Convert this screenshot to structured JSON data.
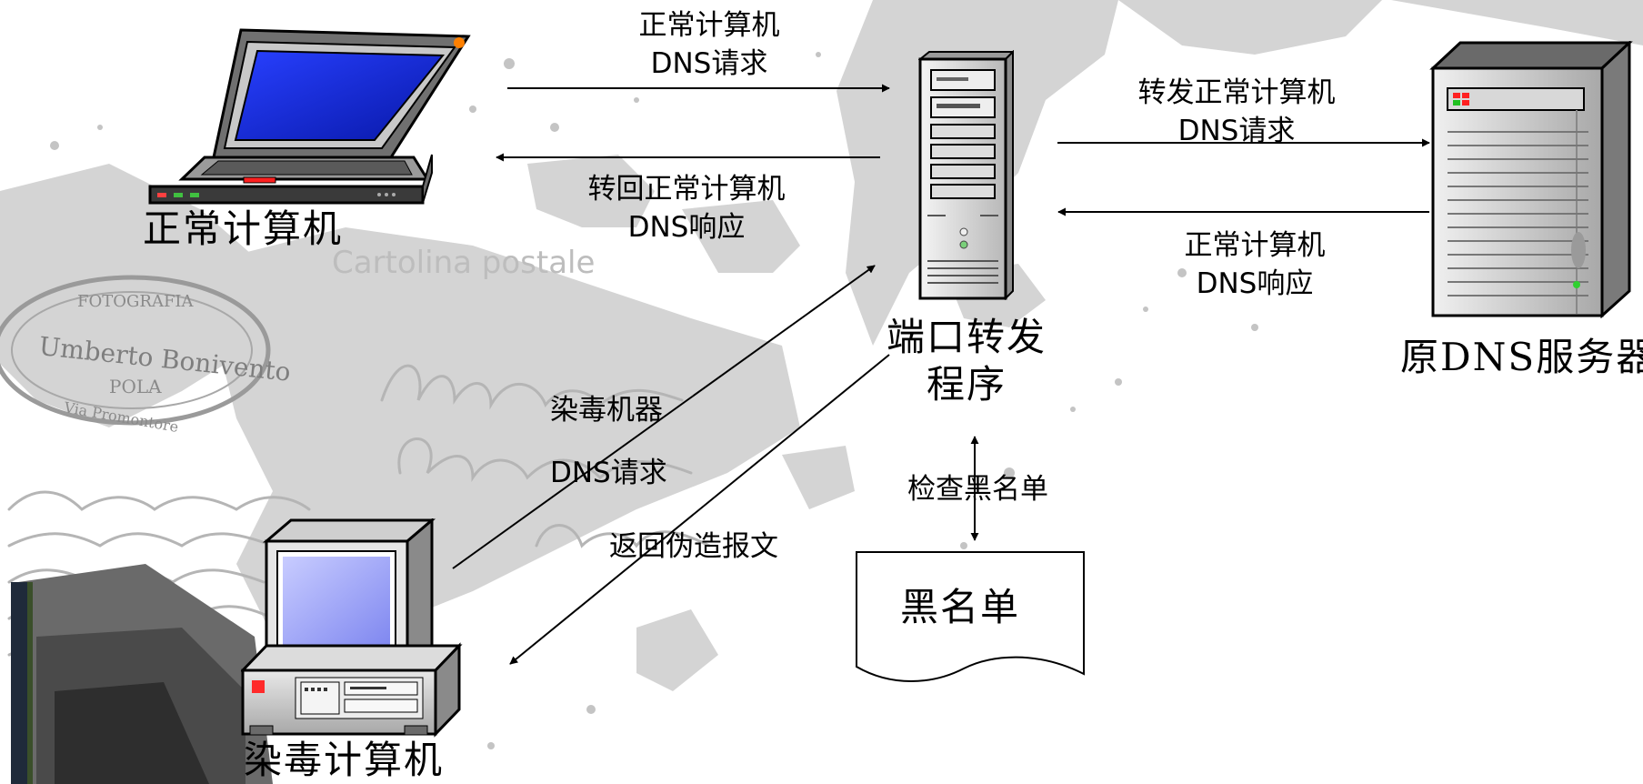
{
  "nodes": {
    "normal_pc": "正常计算机",
    "forwarder_line1": "端口转发",
    "forwarder_line2": "程序",
    "dns_server": "原DNS服务器",
    "infected_pc": "染毒计算机",
    "blacklist": "黑名单"
  },
  "edges": {
    "normal_request": [
      "正常计算机",
      "DNS请求"
    ],
    "normal_response_back": [
      "转回正常计算机",
      "DNS响应"
    ],
    "forward_request": [
      "转发正常计算机",
      "DNS请求"
    ],
    "server_response": [
      "正常计算机",
      "DNS响应"
    ],
    "infected_request": [
      "染毒机器",
      "DNS请求"
    ],
    "forged_reply": "返回伪造报文",
    "check_blacklist": "检查黑名单"
  },
  "background_text": {
    "stamp_top": "FOTOGRAFIA",
    "stamp_name": "Umberto Bonivento",
    "stamp_city": "POLA",
    "stamp_street": "Via Promontore",
    "postcard": "Cartolina postale"
  }
}
